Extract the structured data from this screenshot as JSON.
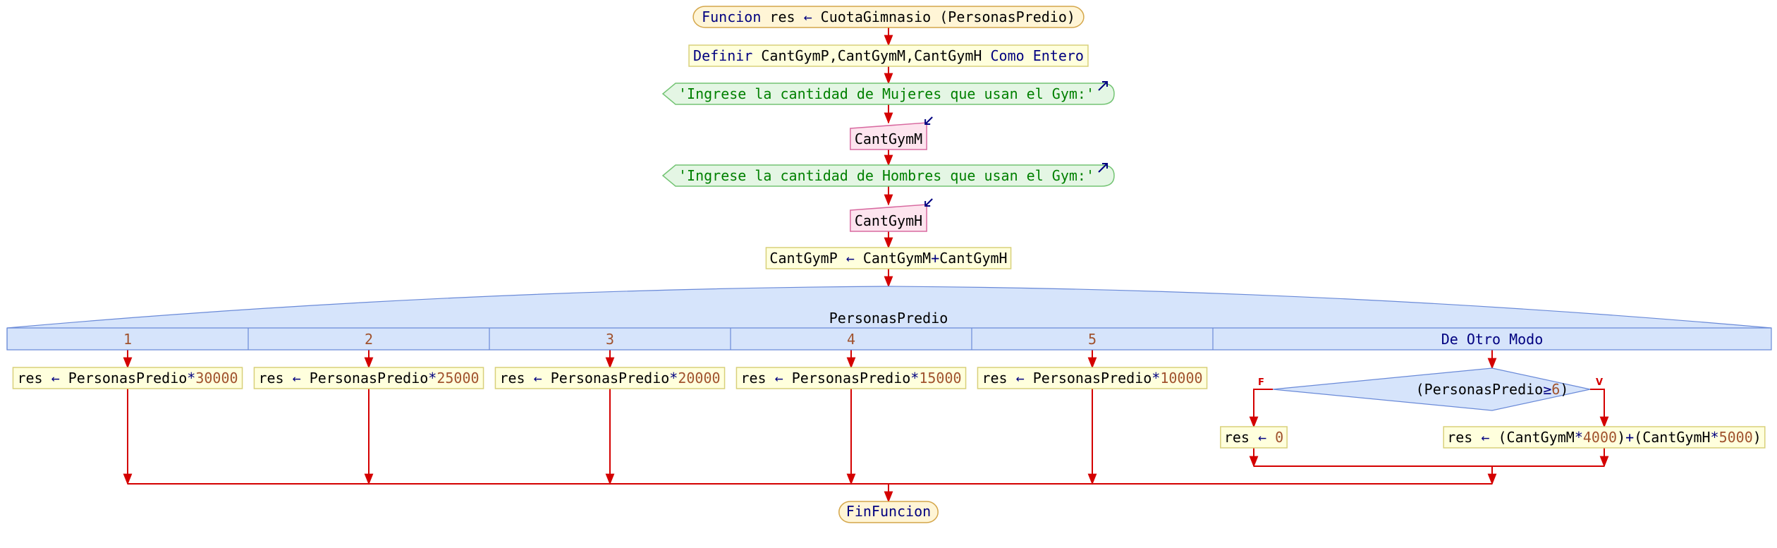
{
  "colors": {
    "arrow": "#d40000",
    "keyword": "#000080",
    "identifier": "#000000",
    "number": "#a0522d",
    "string": "#008000",
    "operator": "#000080",
    "header_fill": "#fff5d6",
    "header_stroke": "#d4a64a",
    "process_fill": "#ffffdd",
    "process_stroke": "#d8d07a",
    "output_fill": "#e4f6e4",
    "output_stroke": "#74c474",
    "input_fill": "#fde4ee",
    "input_stroke": "#d86aa0",
    "switch_fill": "#d6e4fb",
    "switch_stroke": "#6a8ad8",
    "case_number": "#a0522d",
    "case_default": "#000080"
  },
  "flowchart": {
    "start": {
      "tokens": [
        {
          "text": "Funcion",
          "kind": "keyword"
        },
        {
          "text": " res ",
          "kind": "identifier"
        },
        {
          "text": "←",
          "kind": "operator"
        },
        {
          "text": " CuotaGimnasio (PersonasPredio)",
          "kind": "identifier"
        }
      ]
    },
    "define": {
      "tokens": [
        {
          "text": "Definir",
          "kind": "keyword"
        },
        {
          "text": " CantGymP,CantGymM,CantGymH ",
          "kind": "identifier"
        },
        {
          "text": "Como Entero",
          "kind": "keyword"
        }
      ]
    },
    "output1": {
      "text": "'Ingrese la cantidad de Mujeres que usan el Gym:'"
    },
    "input1": {
      "text": "CantGymM"
    },
    "output2": {
      "text": "'Ingrese la cantidad de Hombres que usan el Gym:'"
    },
    "input2": {
      "text": "CantGymH"
    },
    "assign": {
      "tokens": [
        {
          "text": "CantGymP ",
          "kind": "identifier"
        },
        {
          "text": "←",
          "kind": "operator"
        },
        {
          "text": " CantGymM",
          "kind": "identifier"
        },
        {
          "text": "+",
          "kind": "operator"
        },
        {
          "text": "CantGymH",
          "kind": "identifier"
        }
      ]
    },
    "switch": {
      "variable": "PersonasPredio",
      "cases": [
        {
          "label": "1",
          "tokens": [
            {
              "text": "res ",
              "kind": "identifier"
            },
            {
              "text": "←",
              "kind": "operator"
            },
            {
              "text": " PersonasPredio",
              "kind": "identifier"
            },
            {
              "text": "*",
              "kind": "operator"
            },
            {
              "text": "30000",
              "kind": "number"
            }
          ]
        },
        {
          "label": "2",
          "tokens": [
            {
              "text": "res ",
              "kind": "identifier"
            },
            {
              "text": "←",
              "kind": "operator"
            },
            {
              "text": " PersonasPredio",
              "kind": "identifier"
            },
            {
              "text": "*",
              "kind": "operator"
            },
            {
              "text": "25000",
              "kind": "number"
            }
          ]
        },
        {
          "label": "3",
          "tokens": [
            {
              "text": "res ",
              "kind": "identifier"
            },
            {
              "text": "←",
              "kind": "operator"
            },
            {
              "text": " PersonasPredio",
              "kind": "identifier"
            },
            {
              "text": "*",
              "kind": "operator"
            },
            {
              "text": "20000",
              "kind": "number"
            }
          ]
        },
        {
          "label": "4",
          "tokens": [
            {
              "text": "res ",
              "kind": "identifier"
            },
            {
              "text": "←",
              "kind": "operator"
            },
            {
              "text": " PersonasPredio",
              "kind": "identifier"
            },
            {
              "text": "*",
              "kind": "operator"
            },
            {
              "text": "15000",
              "kind": "number"
            }
          ]
        },
        {
          "label": "5",
          "tokens": [
            {
              "text": "res ",
              "kind": "identifier"
            },
            {
              "text": "←",
              "kind": "operator"
            },
            {
              "text": " PersonasPredio",
              "kind": "identifier"
            },
            {
              "text": "*",
              "kind": "operator"
            },
            {
              "text": "10000",
              "kind": "number"
            }
          ]
        }
      ],
      "default_label": "De Otro Modo",
      "decision": {
        "tokens": [
          {
            "text": "(PersonasPredio",
            "kind": "identifier"
          },
          {
            "text": "≥",
            "kind": "operator"
          },
          {
            "text": "6",
            "kind": "number"
          },
          {
            "text": ")",
            "kind": "identifier"
          }
        ],
        "false_label": "F",
        "true_label": "V",
        "false_branch": {
          "tokens": [
            {
              "text": "res ",
              "kind": "identifier"
            },
            {
              "text": "←",
              "kind": "operator"
            },
            {
              "text": " ",
              "kind": "identifier"
            },
            {
              "text": "0",
              "kind": "number"
            }
          ]
        },
        "true_branch": {
          "tokens": [
            {
              "text": "res ",
              "kind": "identifier"
            },
            {
              "text": "←",
              "kind": "operator"
            },
            {
              "text": " (CantGymM",
              "kind": "identifier"
            },
            {
              "text": "*",
              "kind": "operator"
            },
            {
              "text": "4000",
              "kind": "number"
            },
            {
              "text": ")",
              "kind": "identifier"
            },
            {
              "text": "+",
              "kind": "operator"
            },
            {
              "text": "(CantGymH",
              "kind": "identifier"
            },
            {
              "text": "*",
              "kind": "operator"
            },
            {
              "text": "5000",
              "kind": "number"
            },
            {
              "text": ")",
              "kind": "identifier"
            }
          ]
        }
      }
    },
    "end": {
      "text": "FinFuncion"
    }
  }
}
